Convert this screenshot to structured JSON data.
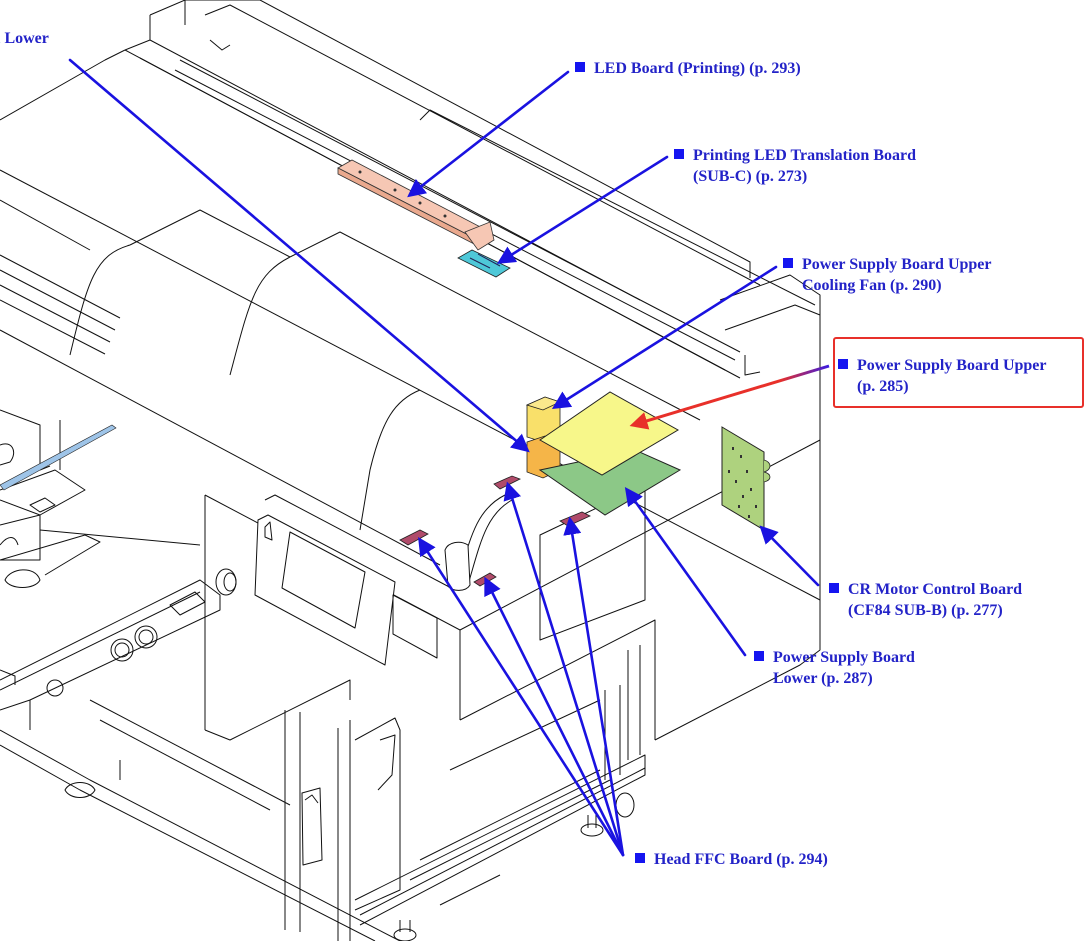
{
  "diagram": {
    "title": "Printer board locations (isometric view)",
    "colors": {
      "leader_line": "#1a12e0",
      "label_text": "#2323c8",
      "label_bullet": "#1515f0",
      "highlight": "#e8302a",
      "led_board": "#f6c7b4",
      "translation_board": "#4ec8d8",
      "fan_upper": "#f9e06a",
      "fan_lower": "#f5b548",
      "psu_upper_board": "#f7f78a",
      "psu_lower_board": "#8cc887",
      "cr_motor_board": "#aed27e",
      "ffc_board": "#b04b6a"
    },
    "labels": [
      {
        "id": "partial-lower",
        "line1": "l Lower",
        "line2": ""
      },
      {
        "id": "led-board-printing",
        "line1": "LED Board (Printing) (p. 293)",
        "line2": ""
      },
      {
        "id": "printing-led-translation-board",
        "line1": "Printing LED Translation Board",
        "line2": "(SUB-C) (p. 273)"
      },
      {
        "id": "psu-upper-cooling-fan",
        "line1": "Power Supply Board Upper",
        "line2": "Cooling Fan (p. 290)"
      },
      {
        "id": "psu-board-upper",
        "line1": "Power Supply Board Upper",
        "line2": "(p. 285)",
        "highlighted": true
      },
      {
        "id": "cr-motor-control-board",
        "line1": "CR Motor Control Board",
        "line2": "(CF84 SUB-B) (p. 277)"
      },
      {
        "id": "psu-board-lower",
        "line1": "Power Supply Board",
        "line2": "Lower (p. 287)"
      },
      {
        "id": "head-ffc-board",
        "line1": "Head FFC Board (p. 294)",
        "line2": ""
      }
    ]
  }
}
